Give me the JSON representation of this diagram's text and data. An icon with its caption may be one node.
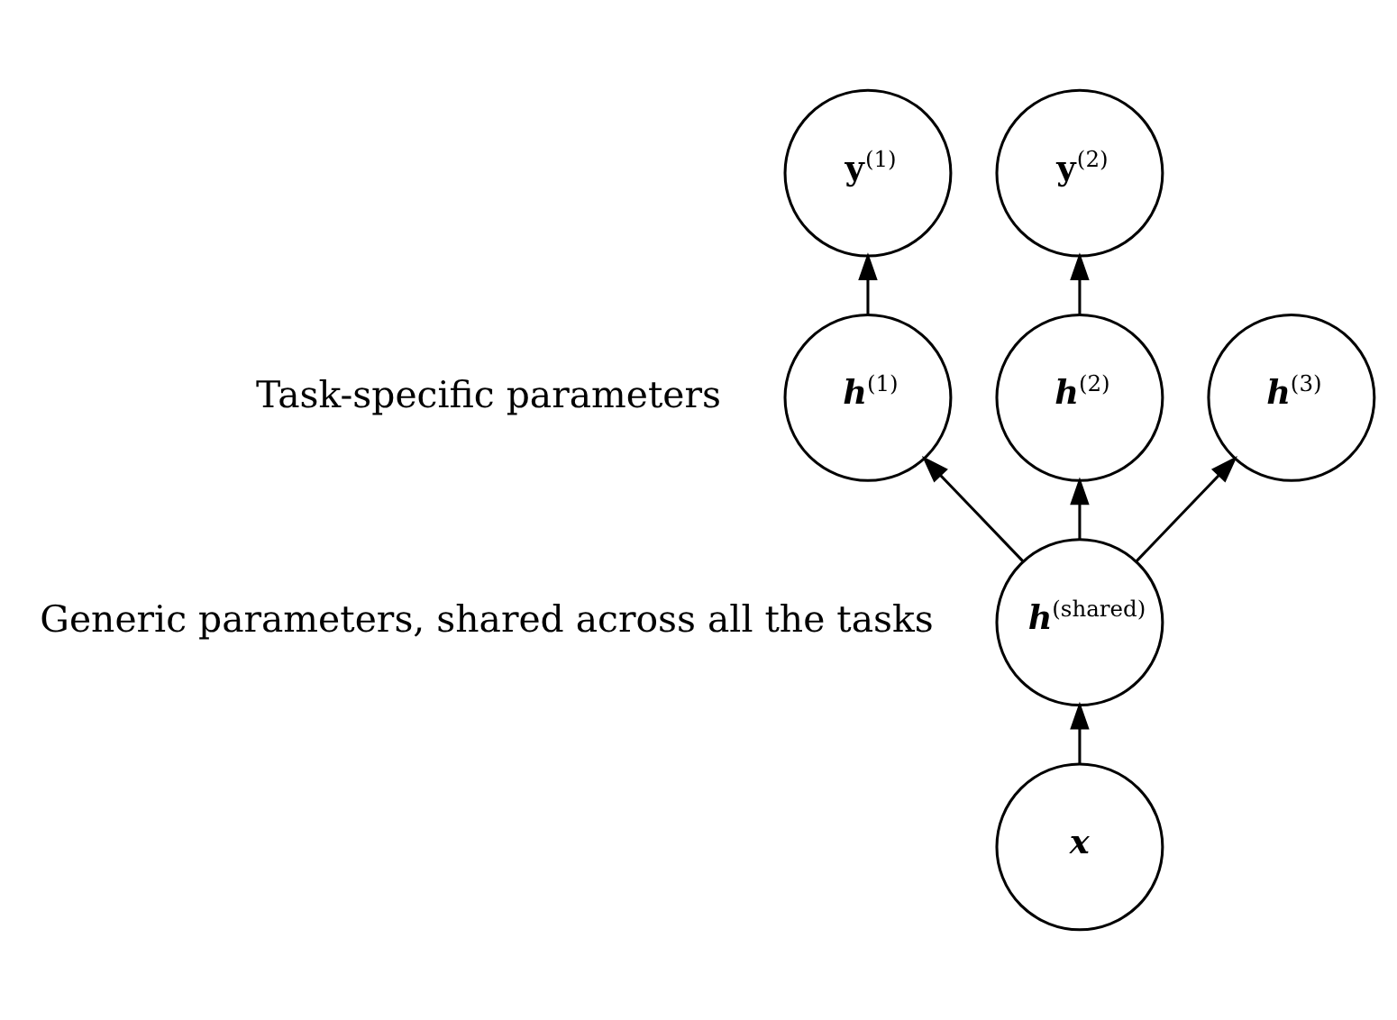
{
  "diagram": {
    "nodes": [
      {
        "text": [
          "y$^{(1)}$"
        ]
      },
      {
        "text": [
          "y$^{(2)}$"
        ]
      },
      {
        "text": [
          "h$^{(1)}$"
        ]
      },
      {
        "text": [
          "h$^{(2)}$"
        ]
      },
      {
        "text": [
          "h$^{(3)}$"
        ]
      },
      {
        "text": [
          "h$^{(shared)}$"
        ]
      },
      {
        "text": [
          "x"
        ]
      }
    ],
    "edges": [
      {
        "from": 2,
        "to": 0,
        "arrow": "to"
      },
      {
        "from": 3,
        "to": 1,
        "arrow": "to"
      },
      {
        "from": 5,
        "to": 2,
        "arrow": "to"
      },
      {
        "from": 5,
        "to": 3,
        "arrow": "to"
      },
      {
        "from": 5,
        "to": 4,
        "arrow": "to"
      },
      {
        "from": 6,
        "to": 5,
        "arrow": "to"
      }
    ],
    "labels": [
      "Task-specific parameters",
      "Generic parameters, shared across all the tasks"
    ]
  }
}
